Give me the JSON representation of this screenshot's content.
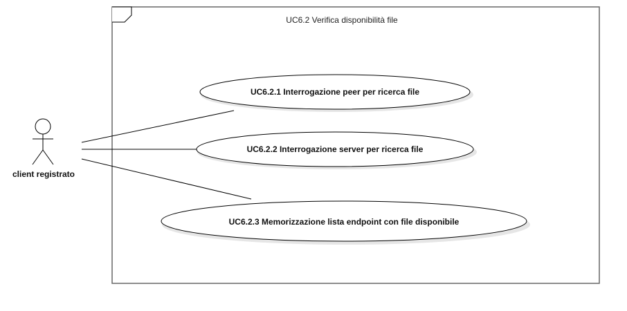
{
  "diagram": {
    "frame_title": "UC6.2 Verifica disponibilità file",
    "actor": {
      "label": "client registrato"
    },
    "use_cases": [
      {
        "label": "UC6.2.1 Interrogazione peer per ricerca file"
      },
      {
        "label": "UC6.2.2 Interrogazione server per ricerca file"
      },
      {
        "label": "UC6.2.3 Memorizzazione lista endpoint con file disponibile"
      }
    ],
    "colors": {
      "stroke": "#000000",
      "frame_stroke": "#666666",
      "shadow": "#e6e6e6",
      "background": "#ffffff"
    }
  }
}
